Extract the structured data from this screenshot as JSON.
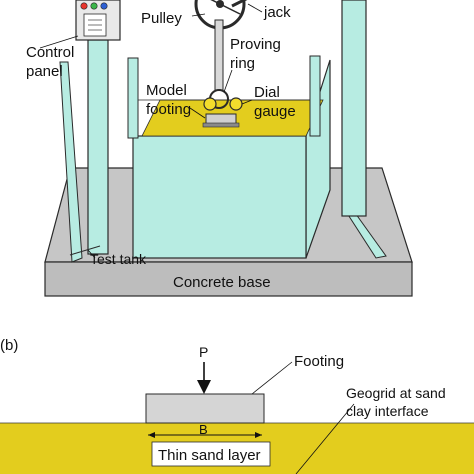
{
  "colors": {
    "frame": "#b7ece2",
    "frame_stroke": "#2a2a2a",
    "base_gray": "#c6c6c6",
    "sand": "#e3cd1e",
    "footing_gray": "#d5d5d5",
    "panel": "#e9e9e9",
    "lamp_red": "#e8352d",
    "lamp_green": "#3bb54a",
    "lamp_blue": "#2d5fd3",
    "gauge_yellow": "#f3dc2c"
  },
  "panel_a": {
    "labels": {
      "pulley": "Pulley",
      "jack": "jack",
      "control_panel_line1": "Control",
      "control_panel_line2": "panel",
      "proving_ring_line1": "Proving",
      "proving_ring_line2": "ring",
      "model_footing_line1": "Model",
      "model_footing_line2": "footing",
      "dial_gauge_line1": "Dial",
      "dial_gauge_line2": "gauge",
      "test_tank": "Test tank",
      "concrete_base": "Concrete base"
    }
  },
  "panel_b": {
    "tag": "(b)",
    "labels": {
      "load": "P",
      "footing": "Footing",
      "geogrid_line1": "Geogrid at sand",
      "geogrid_line2": "clay interface",
      "width": "B",
      "thin_sand_layer": "Thin sand layer"
    }
  }
}
